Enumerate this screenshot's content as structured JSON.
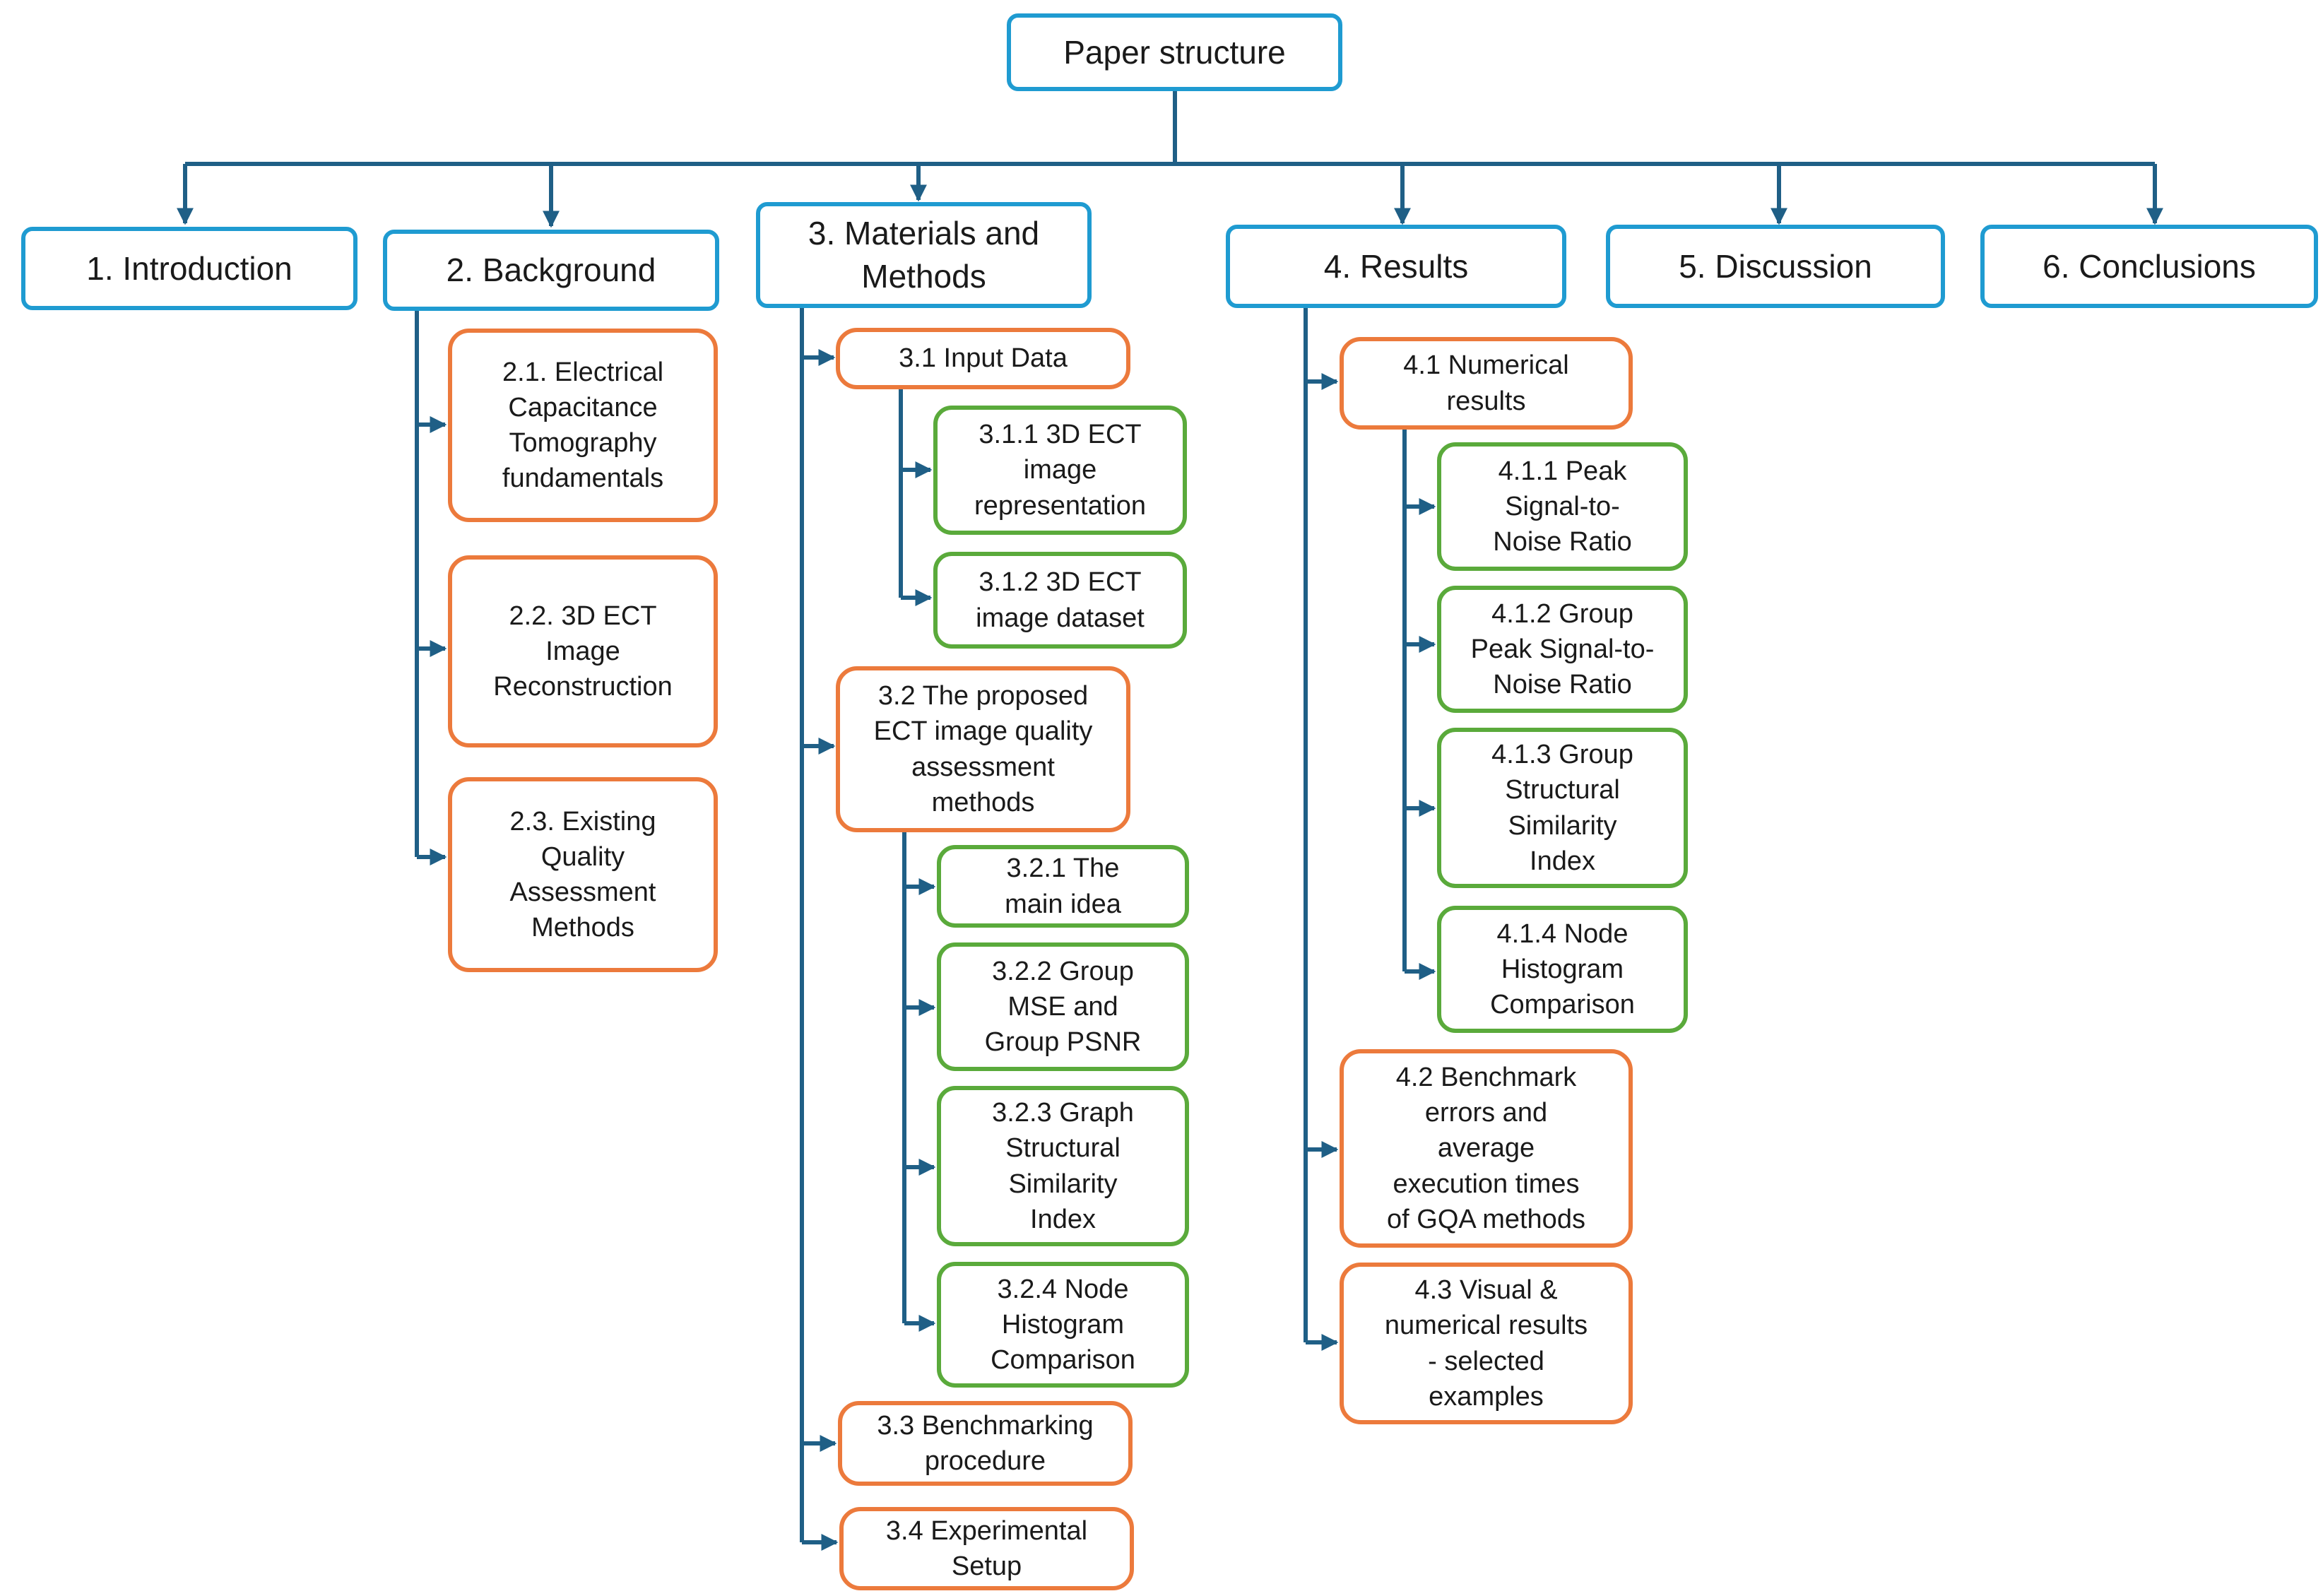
{
  "colors": {
    "connector": "#1f5f86",
    "top_level_border": "#1f9bd1",
    "section_border": "#ec7a3c",
    "subsection_border": "#5aaa3b"
  },
  "root": {
    "label": "Paper structure"
  },
  "sections": [
    {
      "label": "1. Introduction"
    },
    {
      "label": "2. Background"
    },
    {
      "label": "3. Materials and\nMethods"
    },
    {
      "label": "4. Results"
    },
    {
      "label": "5. Discussion"
    },
    {
      "label": "6. Conclusions"
    }
  ],
  "background": [
    {
      "label": "2.1. Electrical\nCapacitance\nTomography\nfundamentals"
    },
    {
      "label": "2.2. 3D ECT\nImage\nReconstruction"
    },
    {
      "label": "2.3. Existing\nQuality\nAssessment\nMethods"
    }
  ],
  "methods": [
    {
      "label": "3.1 Input Data"
    },
    {
      "label": "3.2  The proposed\nECT image quality\nassessment\nmethods"
    },
    {
      "label": "3.3 Benchmarking\nprocedure"
    },
    {
      "label": "3.4 Experimental\nSetup"
    }
  ],
  "input_data": [
    {
      "label": "3.1.1  3D ECT\nimage\nrepresentation"
    },
    {
      "label": "3.1.2  3D ECT\nimage dataset"
    }
  ],
  "proposed": [
    {
      "label": "3.2.1  The\nmain idea"
    },
    {
      "label": "3.2.2  Group\nMSE and\nGroup PSNR"
    },
    {
      "label": "3.2.3   Graph\nStructural\nSimilarity\nIndex"
    },
    {
      "label": "3.2.4  Node\nHistogram\nComparison"
    }
  ],
  "results": [
    {
      "label": "4.1 Numerical\nresults"
    },
    {
      "label": "4.2 Benchmark\nerrors and\naverage\nexecution times\nof GQA methods"
    },
    {
      "label": "4.3 Visual &\nnumerical results\n- selected\nexamples"
    }
  ],
  "numerical": [
    {
      "label": "4.1.1  Peak\nSignal-to-\nNoise Ratio"
    },
    {
      "label": "4.1.2  Group\nPeak Signal-to-\nNoise Ratio"
    },
    {
      "label": "4.1.3  Group\nStructural\nSimilarity\nIndex"
    },
    {
      "label": "4.1.4   Node\nHistogram\nComparison"
    }
  ]
}
